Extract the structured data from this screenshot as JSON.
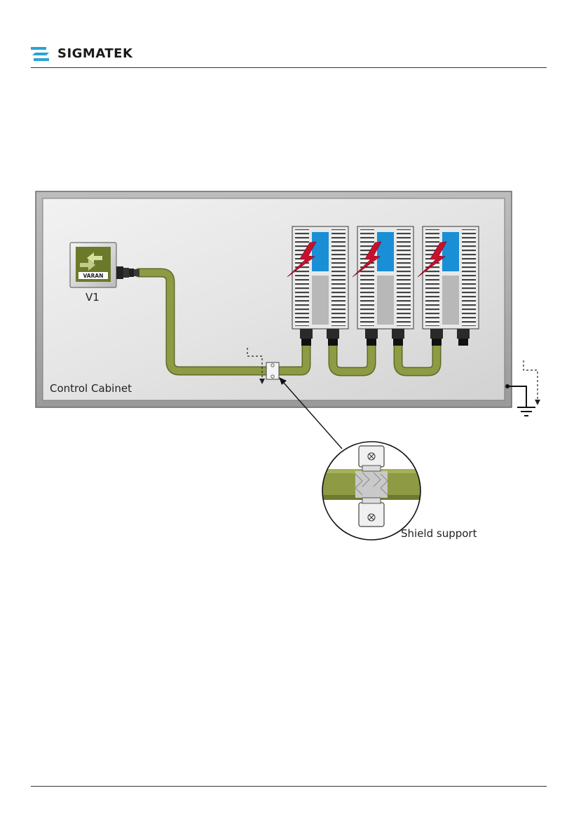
{
  "header": {
    "brand_name": "SIGMATEK",
    "brand_color": "#2aa3d8"
  },
  "diagram": {
    "cabinet_label": "Control Cabinet",
    "device_label": "V1",
    "device_badge": "VARAN",
    "detail_label": "Shield support",
    "colors": {
      "cable": "#8e9a44",
      "cable_edge": "#5f6a24",
      "module_blue": "#1a8fd6",
      "lightning": "#c8102e",
      "cabinet_bg": "#e3e3e3"
    },
    "modules": [
      {
        "name": "module-1"
      },
      {
        "name": "module-2"
      },
      {
        "name": "module-3"
      }
    ]
  }
}
